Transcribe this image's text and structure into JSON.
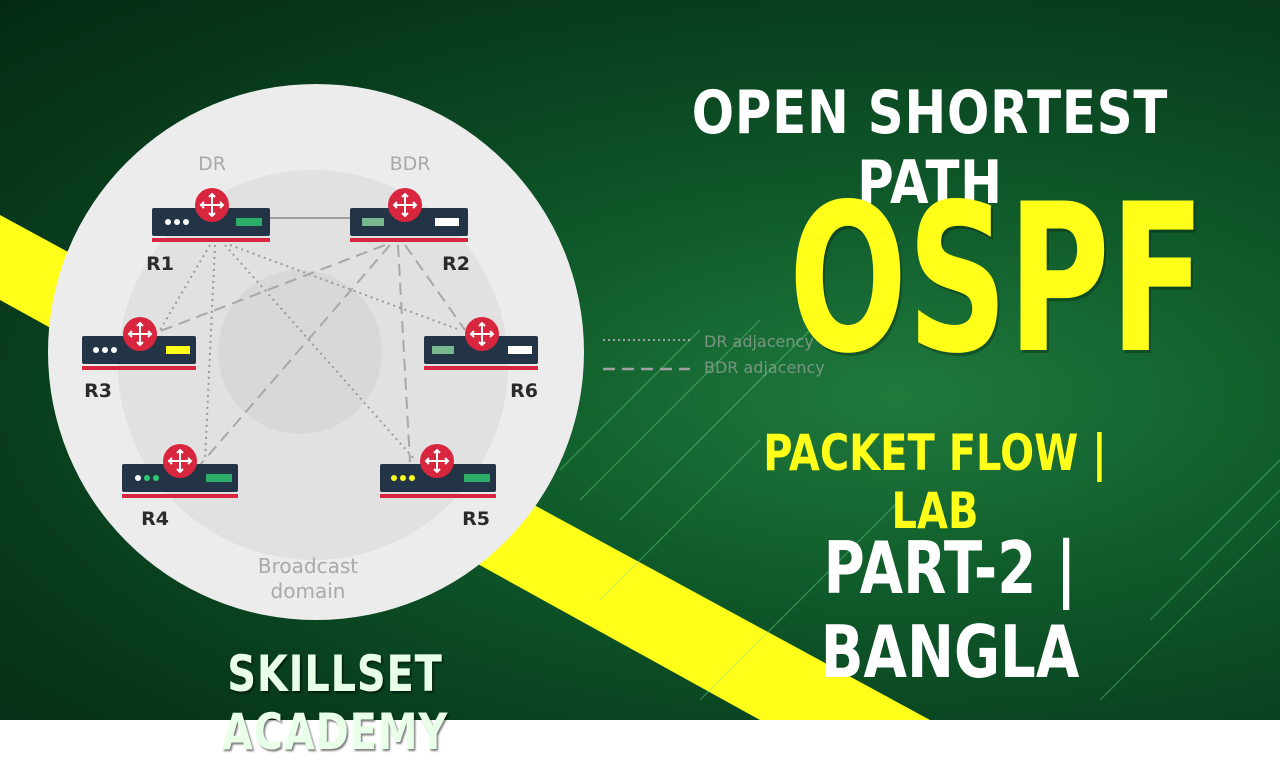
{
  "heading": {
    "line1": "OPEN SHORTEST PATH",
    "acronym": "OSPF",
    "subtitle": "PACKET FLOW | LAB",
    "part": "PART-2 | BANGLA"
  },
  "brand": {
    "name": "SKILLSET ACADEMY"
  },
  "diagram": {
    "role_dr": "DR",
    "role_bdr": "BDR",
    "routers": [
      "R1",
      "R2",
      "R3",
      "R4",
      "R5",
      "R6"
    ],
    "domain_label_line1": "Broadcast",
    "domain_label_line2": "domain",
    "legend_dr": "DR adjacency",
    "legend_bdr": "BDR adjacency"
  },
  "colors": {
    "accent_yellow": "#ffff1a",
    "background_green": "#0f5a2a",
    "router_red": "#d7263d"
  }
}
